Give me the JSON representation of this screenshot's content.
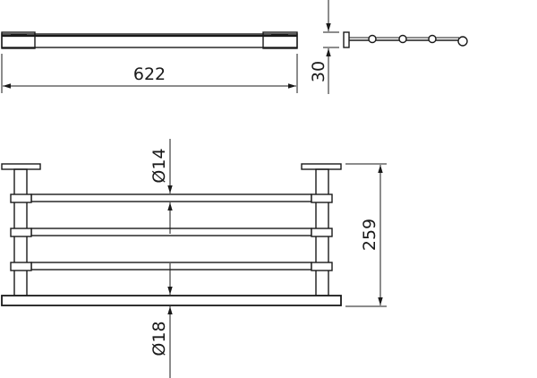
{
  "dimensions": {
    "overall_length": "622",
    "depth": "30",
    "height": "259",
    "bar_diameter": "Ø14",
    "bottom_bar_diameter": "Ø18"
  },
  "colors": {
    "line": "#1a1a1a",
    "background": "#ffffff"
  }
}
